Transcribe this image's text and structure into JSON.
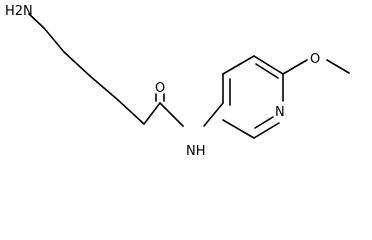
{
  "structure": {
    "labels": {
      "amino": "H2N",
      "amide_nh": "NH",
      "carbonyl_o": "O",
      "pyridine_n": "N",
      "ether_o": "O"
    }
  }
}
